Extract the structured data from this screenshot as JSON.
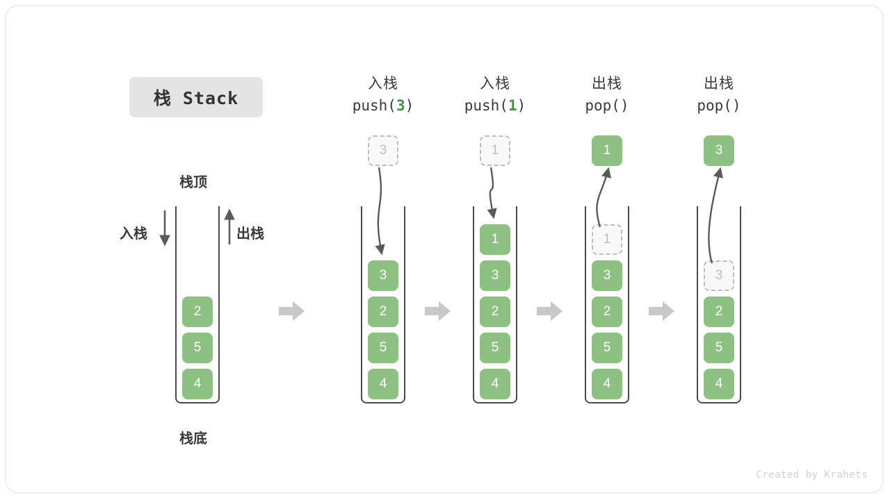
{
  "title_badge": {
    "text": "栈 Stack"
  },
  "base_stack": {
    "top_label": "栈顶",
    "bottom_label": "栈底",
    "push_label": "入栈",
    "pop_label": "出栈",
    "values": [
      "2",
      "5",
      "4"
    ]
  },
  "columns": [
    {
      "id": "push-3",
      "op_cn": "入栈",
      "op_fn": "push(",
      "op_arg": "3",
      "op_fn_end": ")",
      "floating": {
        "value": "3",
        "style": "ghost",
        "position": "above"
      },
      "arrow_direction": "down",
      "values": [
        "3",
        "2",
        "5",
        "4"
      ],
      "ghost_index": -1
    },
    {
      "id": "push-1",
      "op_cn": "入栈",
      "op_fn": "push(",
      "op_arg": "1",
      "op_fn_end": ")",
      "floating": {
        "value": "1",
        "style": "ghost",
        "position": "above"
      },
      "arrow_direction": "down",
      "values": [
        "1",
        "3",
        "2",
        "5",
        "4"
      ],
      "ghost_index": -1
    },
    {
      "id": "pop-1",
      "op_cn": "出栈",
      "op_fn": "pop(",
      "op_arg": "",
      "op_fn_end": ")",
      "floating": {
        "value": "1",
        "style": "solid",
        "position": "above"
      },
      "arrow_direction": "up",
      "values": [
        "1",
        "3",
        "2",
        "5",
        "4"
      ],
      "ghost_index": 0
    },
    {
      "id": "pop-3",
      "op_cn": "出栈",
      "op_fn": "pop(",
      "op_arg": "",
      "op_fn_end": ")",
      "floating": {
        "value": "3",
        "style": "solid",
        "position": "above"
      },
      "arrow_direction": "up",
      "values": [
        "3",
        "2",
        "5",
        "4"
      ],
      "ghost_index": 0
    }
  ],
  "separators": [
    "arrow-right-icon",
    "arrow-right-icon",
    "arrow-right-icon",
    "arrow-right-icon"
  ],
  "watermark": "Created by Krahets",
  "colors": {
    "accent_green": "#8cc182",
    "code_green": "#41924a",
    "ghost_border": "#bdbdbd",
    "ghost_fill": "#f8f8f8",
    "separator_gray": "#c8c8c8",
    "stroke_dark": "#4a4a4a",
    "badge_bg": "#e4e4e4"
  }
}
